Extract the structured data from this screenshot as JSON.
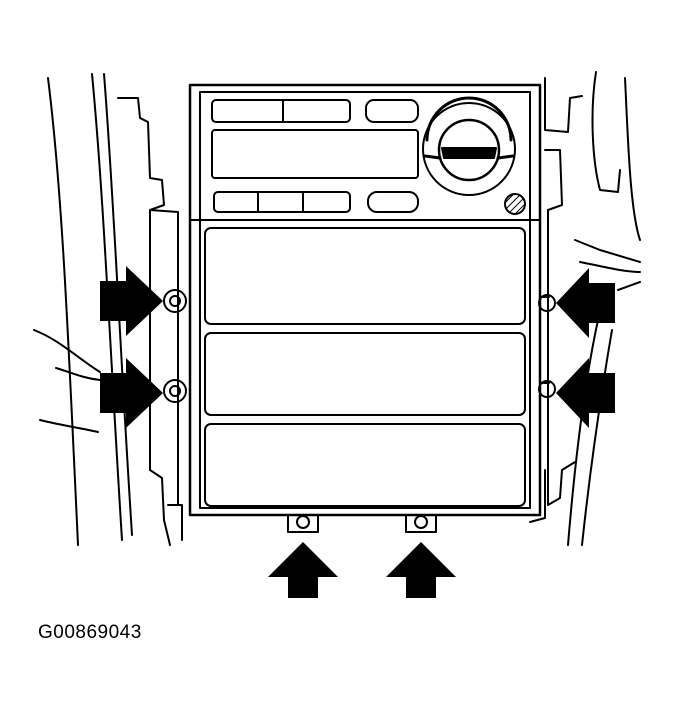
{
  "figure": {
    "caption": "G00869043",
    "ink_color": "#000000",
    "paper_color": "#ffffff",
    "callouts": [
      "arrow-left-upper",
      "arrow-left-lower",
      "arrow-right-upper",
      "arrow-right-lower",
      "arrow-bottom-left",
      "arrow-bottom-right"
    ]
  }
}
